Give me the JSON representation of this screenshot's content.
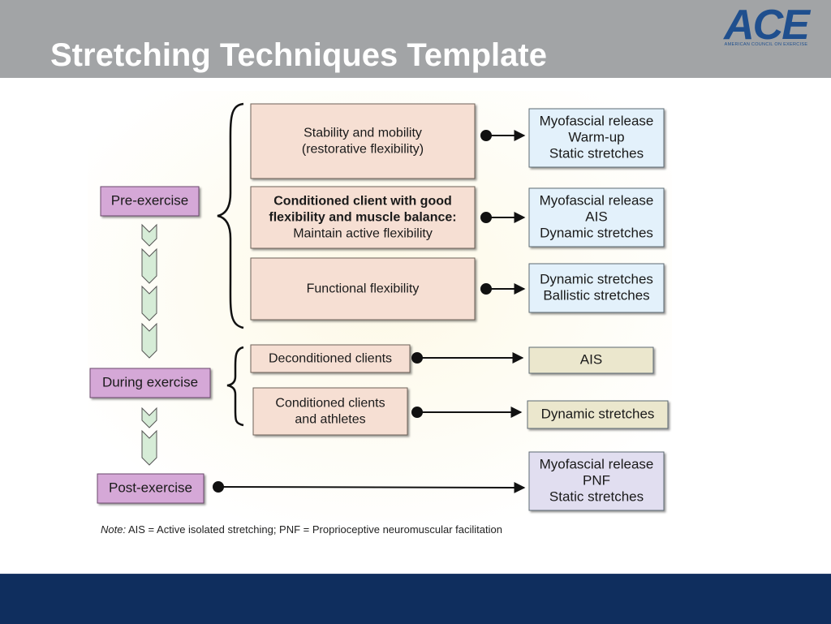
{
  "slide": {
    "title": "Stretching Techniques Template",
    "logo": {
      "text": "ACE",
      "subtitle": "AMERICAN COUNCIL ON EXERCISE"
    }
  },
  "colors": {
    "header": "#a2a4a6",
    "footer": "#0f2e5e",
    "phase_box": "#d5a8d7",
    "goal_box": "#f6dfd3",
    "technique_blue": "#e3f1fb",
    "technique_tan": "#ebe7cd",
    "technique_lavender": "#e1def0",
    "flow_arrow": "#d6ecd7"
  },
  "phases": [
    {
      "label": "Pre-exercise"
    },
    {
      "label": "During exercise"
    },
    {
      "label": "Post-exercise"
    }
  ],
  "goals": [
    {
      "lines": [
        "Stability and mobility",
        "(restorative flexibility)"
      ]
    },
    {
      "lines": [
        "Conditioned client with good",
        "flexibility and muscle balance:",
        "Maintain active flexibility"
      ]
    },
    {
      "lines": [
        "Functional flexibility"
      ]
    },
    {
      "lines": [
        "Deconditioned clients"
      ]
    },
    {
      "lines": [
        "Conditioned clients",
        "and athletes"
      ]
    }
  ],
  "techniques": [
    {
      "lines": [
        "Myofascial release",
        "Warm-up",
        "Static stretches"
      ]
    },
    {
      "lines": [
        "Myofascial release",
        "AIS",
        "Dynamic stretches"
      ]
    },
    {
      "lines": [
        "Dynamic stretches",
        "Ballistic stretches"
      ]
    },
    {
      "lines": [
        "AIS"
      ]
    },
    {
      "lines": [
        "Dynamic stretches"
      ]
    },
    {
      "lines": [
        "Myofascial release",
        "PNF",
        "Static stretches"
      ]
    }
  ],
  "note": {
    "label": "Note:",
    "text": " AIS = Active isolated stretching; PNF = Proprioceptive neuromuscular facilitation"
  }
}
